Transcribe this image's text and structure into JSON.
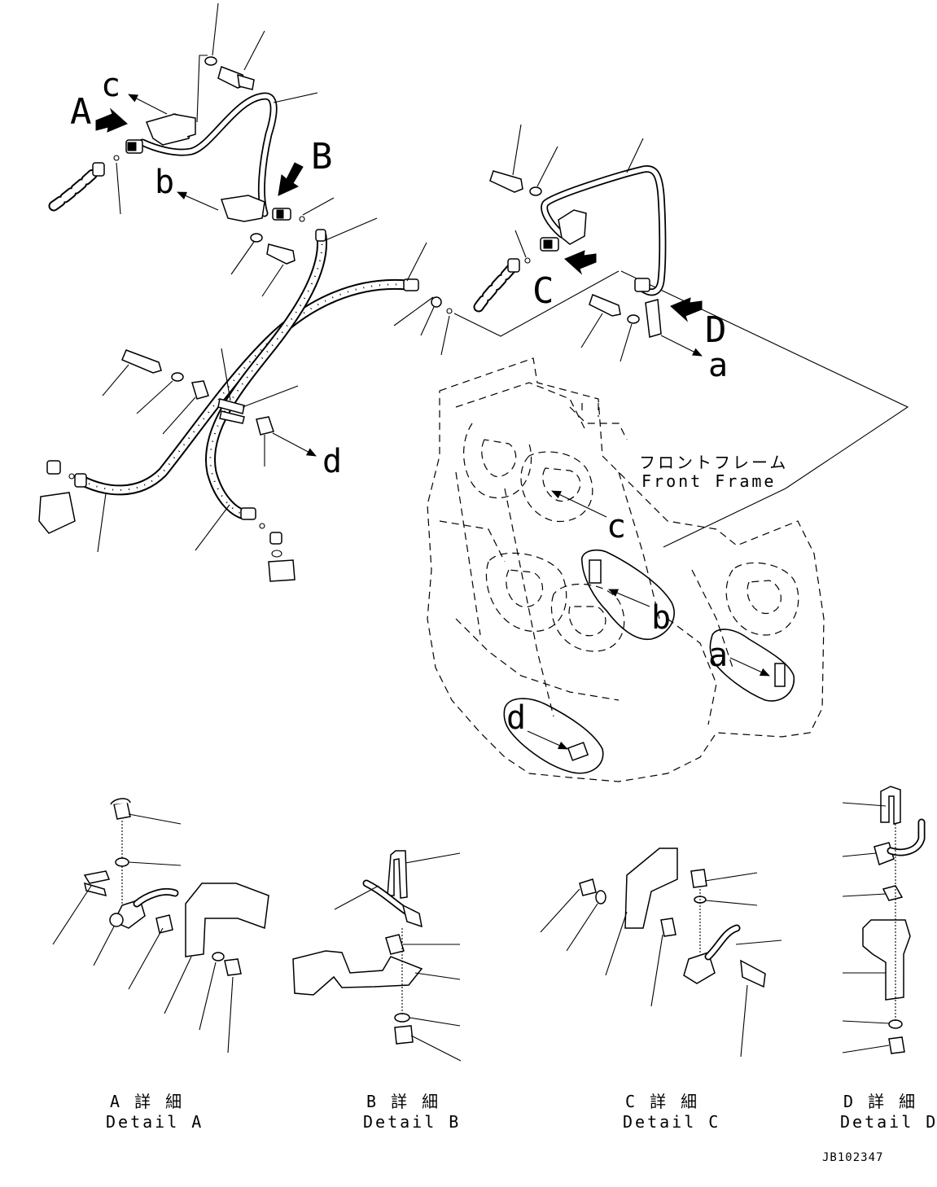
{
  "callouts": {
    "A": "A",
    "B": "B",
    "C": "C",
    "D": "D"
  },
  "refs": {
    "a_top": "a",
    "b_top": "b",
    "c_top": "c",
    "d_top": "d",
    "a_frame": "a",
    "b_frame": "b",
    "c_frame": "c",
    "d_frame": "d"
  },
  "front_frame": {
    "jp": "フロントフレーム",
    "en": "Front Frame"
  },
  "details": [
    {
      "jp": "A 詳 細",
      "en": "Detail A"
    },
    {
      "jp": "B 詳 細",
      "en": "Detail B"
    },
    {
      "jp": "C 詳 細",
      "en": "Detail C"
    },
    {
      "jp": "D 詳 細",
      "en": "Detail D"
    }
  ],
  "drawing_number": "JB102347"
}
